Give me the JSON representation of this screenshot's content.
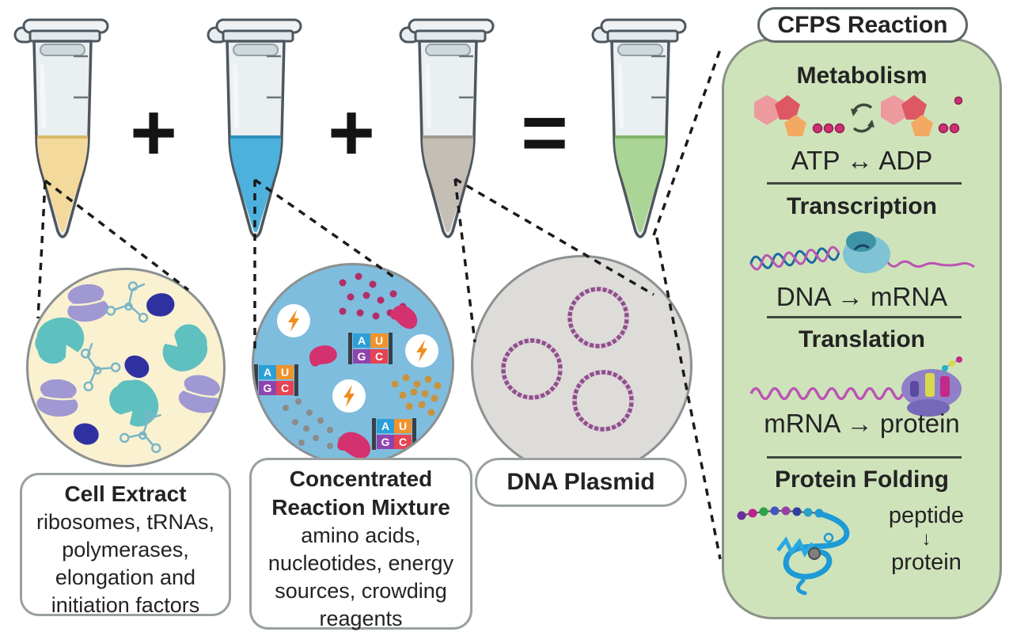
{
  "figure": {
    "background": "#ffffff"
  },
  "tubes": [
    {
      "id": "cell-extract-tube",
      "liquid_color": "#f3d99c",
      "edge_color": "#d9b96a"
    },
    {
      "id": "reaction-mixture-tube",
      "liquid_color": "#4cb2dd",
      "edge_color": "#2b8fbc"
    },
    {
      "id": "dna-plasmid-tube",
      "liquid_color": "#c4beb5",
      "edge_color": "#a09a90"
    },
    {
      "id": "cfps-reaction-tube",
      "liquid_color": "#abd596",
      "edge_color": "#82b56b"
    }
  ],
  "operators": [
    {
      "symbol": "+"
    },
    {
      "symbol": "+"
    },
    {
      "symbol": "="
    }
  ],
  "circles": [
    {
      "id": "cell-extract-circle",
      "fill": "#f9f1d0"
    },
    {
      "id": "reaction-mixture-circle",
      "fill": "#7fbddf",
      "codon_letters": [
        "A",
        "U",
        "G",
        "C"
      ]
    },
    {
      "id": "dna-plasmid-circle",
      "fill": "#dedcd8"
    }
  ],
  "labels": {
    "cell_extract": {
      "title": "Cell Extract",
      "lines": [
        "ribosomes, tRNAs,",
        "polymerases,",
        "elongation and",
        "initiation factors"
      ]
    },
    "reaction_mixture": {
      "title_line1": "Concentrated",
      "title_line2": "Reaction Mixture",
      "lines": [
        "amino acids,",
        "nucleotides, energy",
        "sources, crowding",
        "reagents"
      ]
    },
    "dna_plasmid": {
      "title": "DNA Plasmid"
    }
  },
  "panel": {
    "title": "CFPS Reaction",
    "fill": "#cfe3bb",
    "sections": [
      {
        "heading": "Metabolism",
        "caption": "ATP ↔ ADP"
      },
      {
        "heading": "Transcription",
        "caption": "DNA → mRNA"
      },
      {
        "heading": "Translation",
        "caption": "mRNA → protein"
      },
      {
        "heading": "Protein Folding",
        "caption_lines": [
          "peptide",
          "↓",
          "protein"
        ]
      }
    ]
  }
}
